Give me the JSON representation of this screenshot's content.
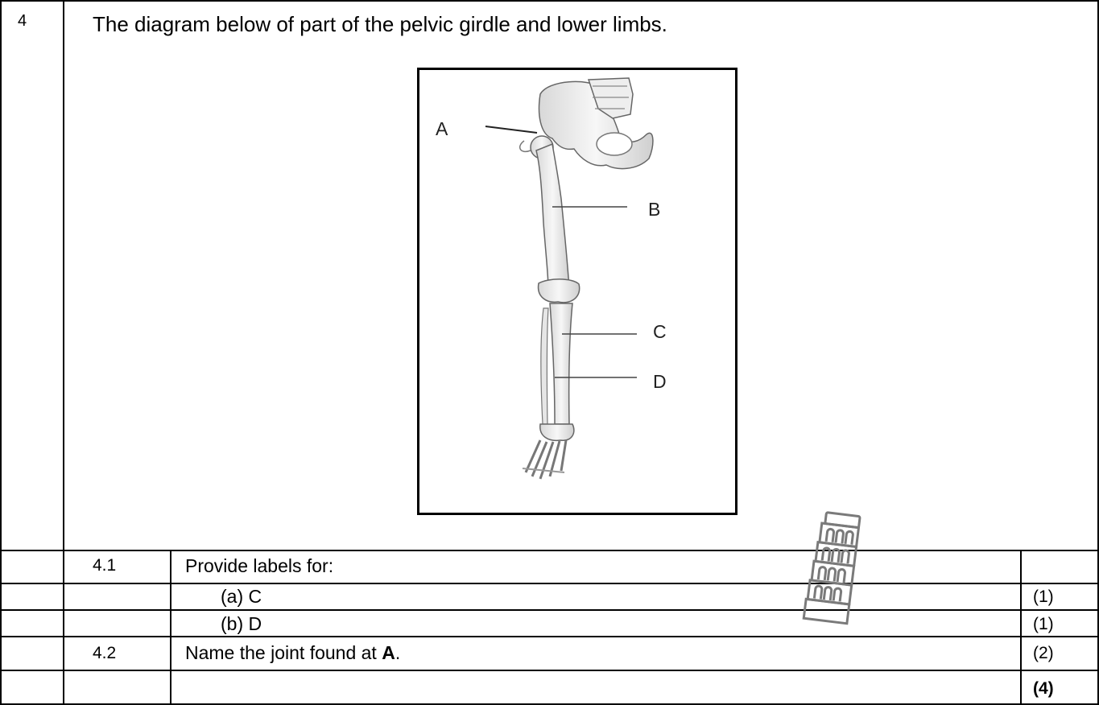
{
  "question": {
    "number": "4",
    "stem": "The diagram below of part of the pelvic girdle and lower limbs."
  },
  "figure": {
    "labels": [
      "A",
      "B",
      "C",
      "D"
    ]
  },
  "rows": [
    {
      "num": "4.1",
      "text": "Provide labels for:",
      "marks": ""
    },
    {
      "num": "",
      "text": "(a) C",
      "marks": "(1)"
    },
    {
      "num": "",
      "text": "(b) D",
      "marks": "(1)"
    },
    {
      "num": "4.2",
      "text_prefix": "Name the joint found at ",
      "text_bold": "A",
      "text_suffix": ".",
      "marks": "(2)"
    },
    {
      "num": "",
      "text": "",
      "marks": "(4)"
    }
  ],
  "watermark": {
    "icon": "leaning-tower-icon"
  }
}
